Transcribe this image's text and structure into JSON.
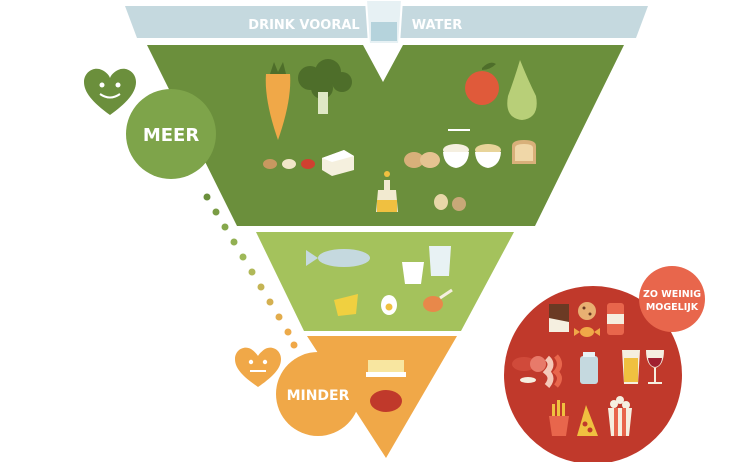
{
  "banner": {
    "left": "DRINK VOORAL",
    "right": "WATER"
  },
  "levels": {
    "more": "MEER",
    "less": "MINDER"
  },
  "avoid": {
    "label_line1": "ZO WEINIG",
    "label_line2": "MOGELIJK"
  },
  "icons": {
    "water": "water-glass-icon",
    "top_tier": [
      "carrot-icon",
      "broccoli-icon",
      "apple-icon",
      "pear-icon",
      "beans-icon",
      "tofu-icon",
      "oil-bottle-icon",
      "bread-rolls-icon",
      "rice-bowl-icon",
      "pasta-bowl-icon",
      "bread-slice-icon",
      "nuts-icon"
    ],
    "middle_tier": [
      "fish-icon",
      "yoghurt-icon",
      "milk-glass-icon",
      "cheese-icon",
      "egg-icon",
      "chicken-leg-icon"
    ],
    "bottom_tier": [
      "butter-icon",
      "red-meat-icon"
    ],
    "avoid_circle": [
      "chocolate-bar-icon",
      "cookie-icon",
      "soda-can-icon",
      "sausage-icon",
      "candy-icon",
      "bacon-icon",
      "salt-shaker-icon",
      "beer-glass-icon",
      "wine-glass-icon",
      "fries-icon",
      "pizza-slice-icon",
      "popcorn-icon"
    ]
  },
  "colors": {
    "banner": "#c5d9df",
    "top_tier": "#6b8f3c",
    "middle_tier": "#a4c25c",
    "bottom_tier": "#f0a848",
    "avoid_circle": "#c0392b",
    "avoid_badge": "#e8664c"
  }
}
